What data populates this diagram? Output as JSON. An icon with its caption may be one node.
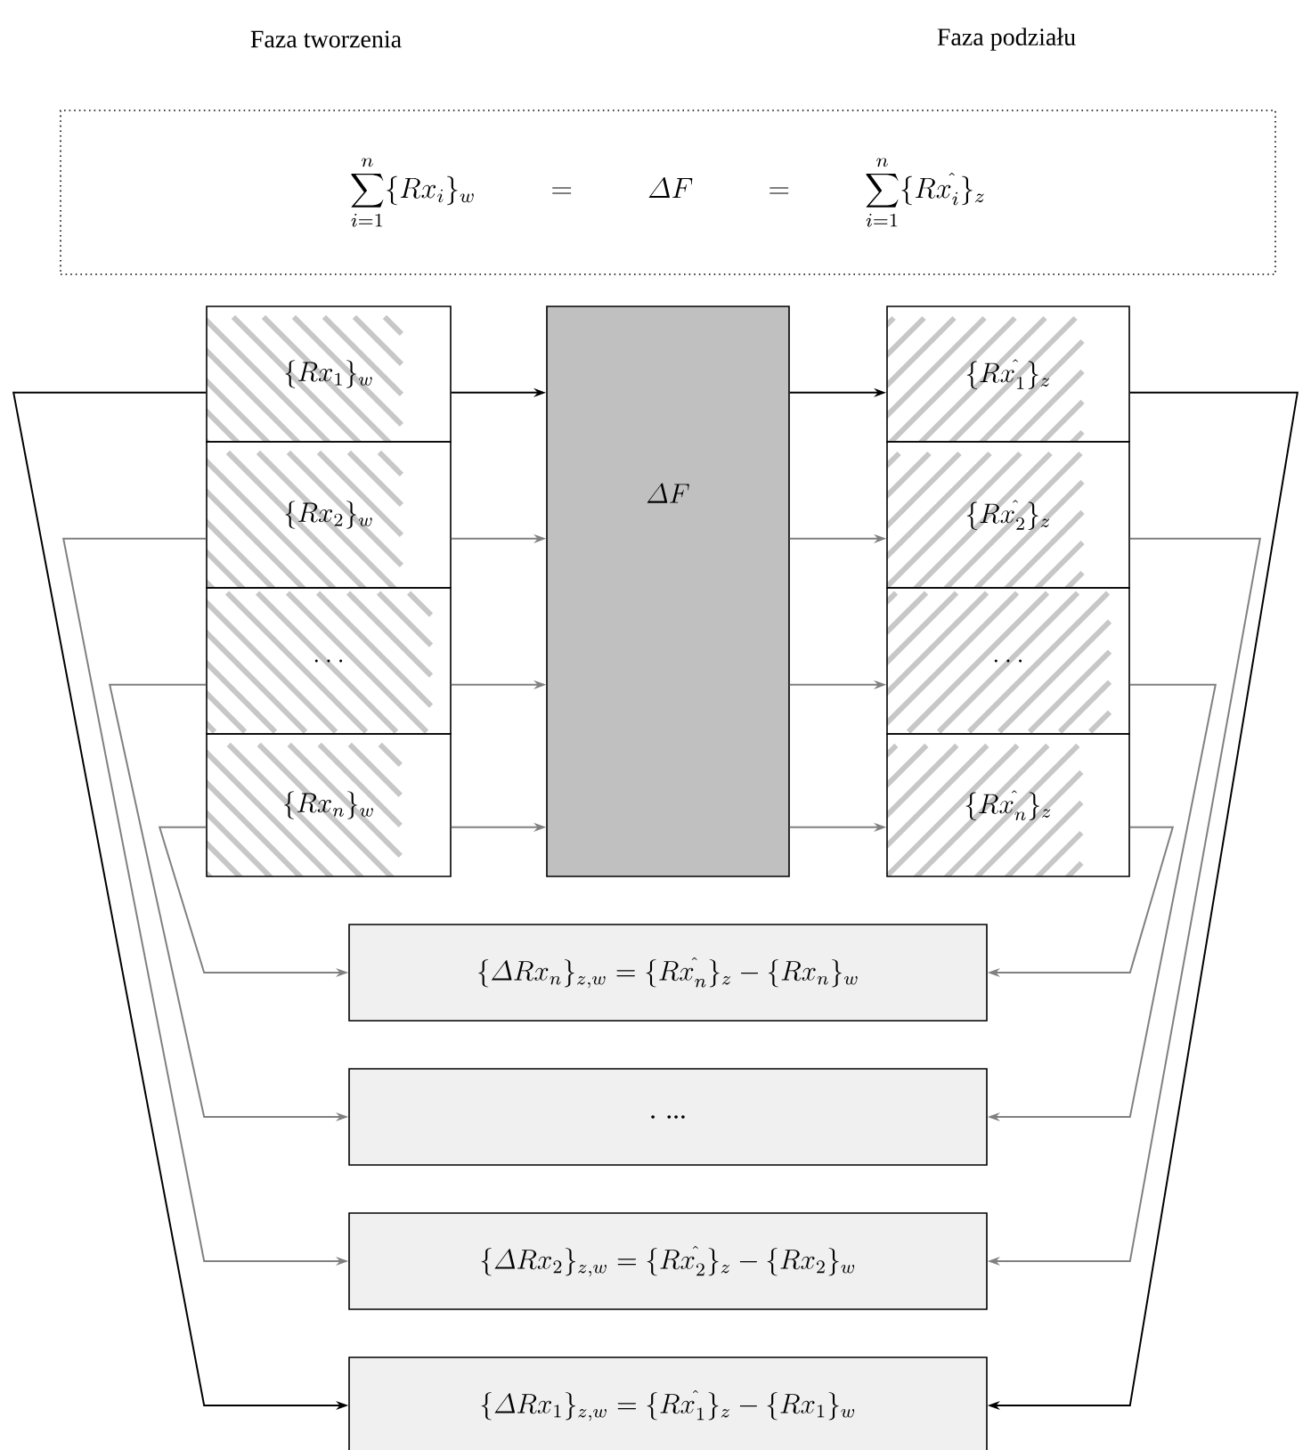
{
  "diagram": {
    "nodes": [
      {
        "text": [
          "\\sum_{i=1}^{n}\\{Rx_{i}\\}_{w}",
          "=",
          "\\mathnormal{\\Delta} F",
          "=",
          "\\sum_{i=1}^{n}\\{Rx_{i}^{\\hat{}}\\}_{z}"
        ]
      },
      {
        "text": [
          "\\{Rx_{1}\\}_{w}"
        ]
      },
      {
        "text": [
          "\\{Rx_{2}\\}_{w}"
        ]
      },
      {
        "text": [
          "\\ldots"
        ]
      },
      {
        "text": [
          "\\{Rx_{n}\\}_{w}"
        ]
      },
      {
        "text": [
          "\\mathnormal{\\Delta} F"
        ]
      },
      {
        "text": [
          "\\{Rx_{1}^{\\hat{}}\\}_{z}"
        ]
      },
      {
        "text": [
          "\\{Rx_{2}^{\\hat{}}\\}_{z}"
        ]
      },
      {
        "text": [
          "\\ldots"
        ]
      },
      {
        "text": [
          "\\{Rx_{n}^{\\hat{}}\\}_{z}"
        ]
      },
      {
        "text": [
          "\\{\\mathnormal{\\Delta} Rx_{n}\\}_{z,w} = \\{Rx_{n}^{\\hat{}}\\}_{z} - \\{Rx_{n}\\}_{w}"
        ]
      },
      {
        "text": [
          ". ..."
        ]
      },
      {
        "text": [
          "\\{\\mathnormal{\\Delta} Rx_{2}\\}_{z,w} = \\{Rx_{2}^{\\hat{}}\\}_{z} - \\{Rx_{2}\\}_{w}"
        ]
      },
      {
        "text": [
          "\\{\\mathnormal{\\Delta} Rx_{1}\\}_{z,w} = \\{Rx_{1}^{\\hat{}}\\}_{z} - \\{Rx_{1}\\}_{w}"
        ]
      }
    ],
    "edges": [
      {
        "from": 1,
        "to": 5,
        "arrow": "to",
        "color": "#000000"
      },
      {
        "from": 2,
        "to": 5,
        "arrow": "to"
      },
      {
        "from": 3,
        "to": 5,
        "arrow": "to"
      },
      {
        "from": 4,
        "to": 5,
        "arrow": "to"
      },
      {
        "from": 5,
        "to": 6,
        "arrow": "to",
        "color": "#000000"
      },
      {
        "from": 5,
        "to": 7,
        "arrow": "to"
      },
      {
        "from": 5,
        "to": 8,
        "arrow": "to"
      },
      {
        "from": 5,
        "to": 9,
        "arrow": "to"
      },
      {
        "from": 1,
        "to": 13,
        "arrow": "to",
        "color": "#000000"
      },
      {
        "from": 2,
        "to": 12,
        "arrow": "to"
      },
      {
        "from": 3,
        "to": 11,
        "arrow": "to"
      },
      {
        "from": 4,
        "to": 10,
        "arrow": "to"
      },
      {
        "from": 6,
        "to": 13,
        "arrow": "to",
        "color": "#000000"
      },
      {
        "from": 7,
        "to": 12,
        "arrow": "to"
      },
      {
        "from": 8,
        "to": 11,
        "arrow": "to"
      },
      {
        "from": 9,
        "to": 10,
        "arrow": "to"
      }
    ],
    "labels": [
      "Faza tworzenia",
      "Faza podziału"
    ]
  }
}
